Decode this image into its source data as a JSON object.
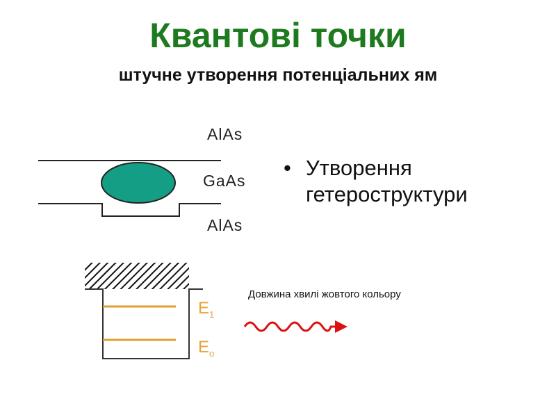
{
  "title": "Квантові точки",
  "subtitle": "штучне утворення потенціальних ям",
  "bullet": {
    "marker": "•",
    "text": "Утворення гетероструктури"
  },
  "heterostructure": {
    "top_layer": "AlAs",
    "middle_layer": "GaAs",
    "bottom_layer": "AlAs"
  },
  "energy_levels": {
    "e1": {
      "base": "E",
      "sub": "1"
    },
    "e0": {
      "base": "E",
      "sub": "o"
    },
    "level_color": "#e0a030"
  },
  "wave": {
    "caption": "Довжина хвилі жовтого кольору",
    "color": "#dd1111"
  },
  "colors": {
    "title": "#1e7a1e",
    "dot": "#149e86"
  }
}
